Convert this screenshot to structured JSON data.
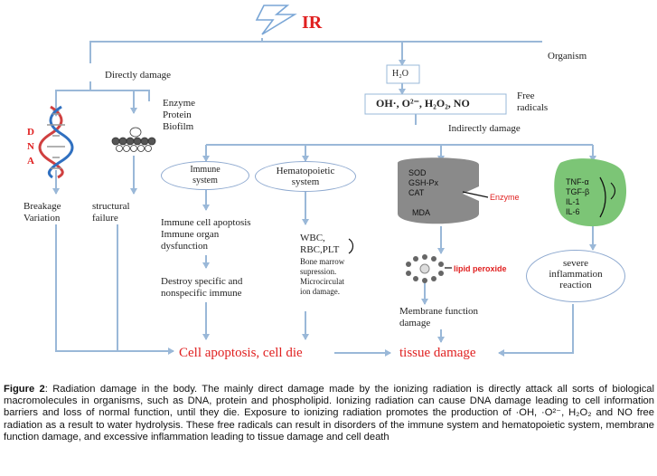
{
  "diagram": {
    "ir_label": "IR",
    "organism_label": "Organism",
    "directly_damage_label": "Directly damage",
    "h2o_label": "H₂O",
    "free_radicals_formula": "OH·, O²⁻, H₂O₂, NO",
    "free_radicals_label_line1": "Free",
    "free_radicals_label_line2": "radicals",
    "indirectly_damage_label": "Indirectly damage",
    "dna_letters": [
      "D",
      "N",
      "A"
    ],
    "targets_line1": "Enzyme",
    "targets_line2": "Protein",
    "targets_line3": "Biofilm",
    "breakage_line1": "Breakage",
    "breakage_line2": "Variation",
    "structural_line1": "structural",
    "structural_line2": "failure",
    "immune_system_line1": "Immune",
    "immune_system_line2": "system",
    "hematopoietic_line1": "Hematopoietic",
    "hematopoietic_line2": "system",
    "immune_effects_line1": "Immune cell apoptosis",
    "immune_effects_line2": "Immune organ",
    "immune_effects_line3": "dysfunction",
    "destroy_line1": "Destroy specific and",
    "destroy_line2": "nonspecific immune",
    "wbc_line1": "WBC,",
    "wbc_line2": "RBC,PLT",
    "marrow_line1": "Bone marrow",
    "marrow_line2": "supression.",
    "marrow_line3": "Microcirculat",
    "marrow_line4": "ion damage.",
    "enzymes": [
      "SOD",
      "GSH-Px",
      "CAT",
      "MDA"
    ],
    "enzyme_label": "Enzyme",
    "lipid_label": "lipid peroxide",
    "membrane_line1": "Membrane function",
    "membrane_line2": "damage",
    "cytokines": [
      "TNF-α",
      "TGF-β",
      "IL-1",
      "IL-6"
    ],
    "inflammation_line1": "severe",
    "inflammation_line2": "inflammation",
    "inflammation_line3": "reaction",
    "cell_apoptosis_label": "Cell apoptosis, cell die",
    "tissue_damage_label": "tissue damage"
  },
  "caption": {
    "prefix": "Figure 2",
    "text": ": Radiation damage in the body. The mainly direct damage made by the ionizing radiation is directly attack all sorts of biological macromolecules in organisms, such as DNA, protein and phospholipid. Ionizing radiation can cause DNA damage leading to cell information barriers and loss of normal function, until they die. Exposure to ionizing radiation promotes the production of ·OH, ·O²⁻, H₂O₂ and NO free radiation as a result to water hydrolysis. These free radicals can result in disorders of the immune system and hematopoietic system, membrane function damage, and excessive inflammation leading to tissue damage and cell death"
  },
  "colors": {
    "arrow": "#9ab8d8",
    "red": "#e02020",
    "grey_blob": "#8a8a8a",
    "green_blob": "#7cc576"
  }
}
